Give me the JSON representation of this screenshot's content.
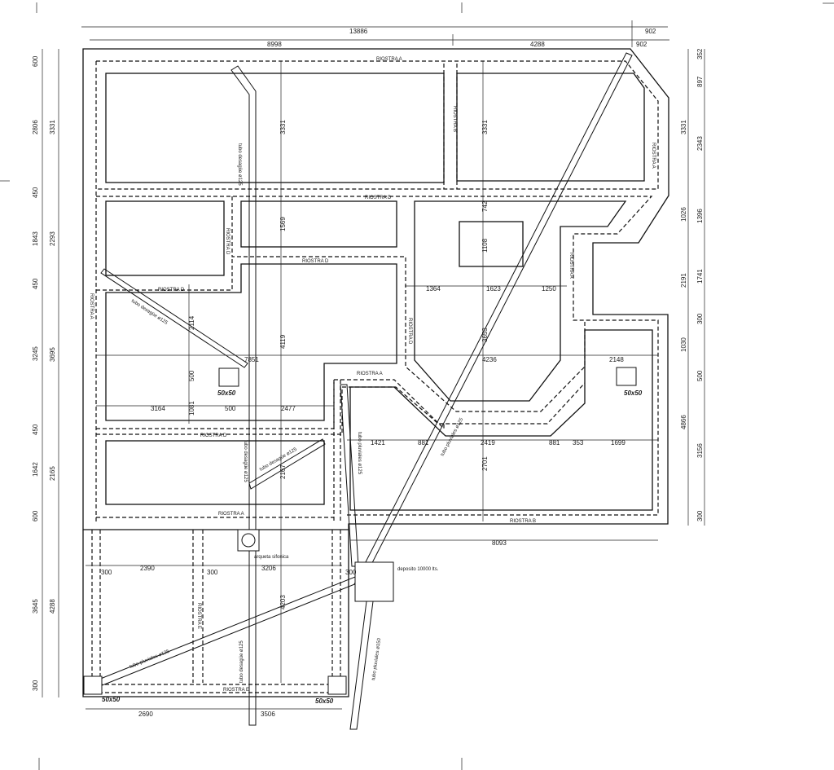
{
  "dims_top": {
    "total": "13886",
    "right_small_a": "902",
    "left": "8998",
    "mid": "4288",
    "right_small_b": "902"
  },
  "dims_left_outer": [
    "600",
    "2806",
    "450",
    "1843",
    "450",
    "3245",
    "450",
    "1642",
    "600",
    "3645",
    "300"
  ],
  "dims_left_inner": [
    "3331",
    "2293",
    "3695",
    "2165",
    "4288"
  ],
  "dims_right_inner": [
    "3331",
    "1026",
    "2191",
    "1030",
    "4866"
  ],
  "dims_right_outer": [
    "352",
    "897",
    "2343",
    "1396",
    "1741",
    "300",
    "500",
    "3156",
    "300"
  ],
  "interior_dims": {
    "v3331_a": "3331",
    "v3331_b": "3331",
    "v1569": "1569",
    "v742": "742",
    "v1108": "1108",
    "h1364": "1364",
    "h1623": "1623",
    "h1250": "1250",
    "v2114": "2114",
    "v4119": "4119",
    "v3653": "3653",
    "h7851": "7851",
    "h4236": "4236",
    "h2148": "2148",
    "v500": "500",
    "v1081": "1081",
    "h3164": "3164",
    "h500": "500",
    "h2477": "2477",
    "h1421": "1421",
    "h881a": "881",
    "h2419": "2419",
    "h881b": "881",
    "h353": "353",
    "h1699": "1699",
    "v2167": "2167",
    "v2701": "2701",
    "h8093": "8093",
    "h300a": "300",
    "h2390": "2390",
    "h300b": "300",
    "h3206": "3206",
    "h300c": "300",
    "v4203": "4203",
    "b2690": "2690",
    "b3506": "3506"
  },
  "beam_labels": {
    "ra_top": "RIOSTRA A",
    "rb_vert": "RIOSTRA B",
    "ra_right_diag": "RIOSTRA A",
    "rd_a": "RIOSTRA D",
    "rd_vert": "RIOSTRA D",
    "rd_b": "RIOSTRA D",
    "rd_c": "RIOSTRA D",
    "ra_left": "RIOSTRA A",
    "rd_inner_vert": "RIOSTRA D",
    "ra_inner_right": "RIOSTRA A",
    "ra_mid": "RIOSTRA A",
    "rd_d": "RIOSTRA D",
    "ra_low": "RIOSTRA A",
    "rb_low_right": "RIOSTRA B",
    "re_vert": "RIOSTRA E",
    "re_bottom": "RIOSTRA E"
  },
  "pipe_labels": {
    "p1": "tubo desagüe ø125",
    "p2": "tubo desagüe ø125",
    "p3": "tubo desagüe ø125",
    "p4": "tubo desagüe ø125",
    "p5": "tubo pluviales ø125",
    "p6": "tubo pluviales ø125",
    "p7": "tubo pluviales ø125",
    "p8": "tubo desagüe ø125",
    "p9": "tubo pluviales ø150"
  },
  "elements": {
    "box_a": "50x50",
    "box_b": "50x50",
    "box_c": "50x50",
    "box_d": "50x50",
    "arqueta": "arqueta sifonica",
    "deposito": "deposito 10000 lts."
  }
}
